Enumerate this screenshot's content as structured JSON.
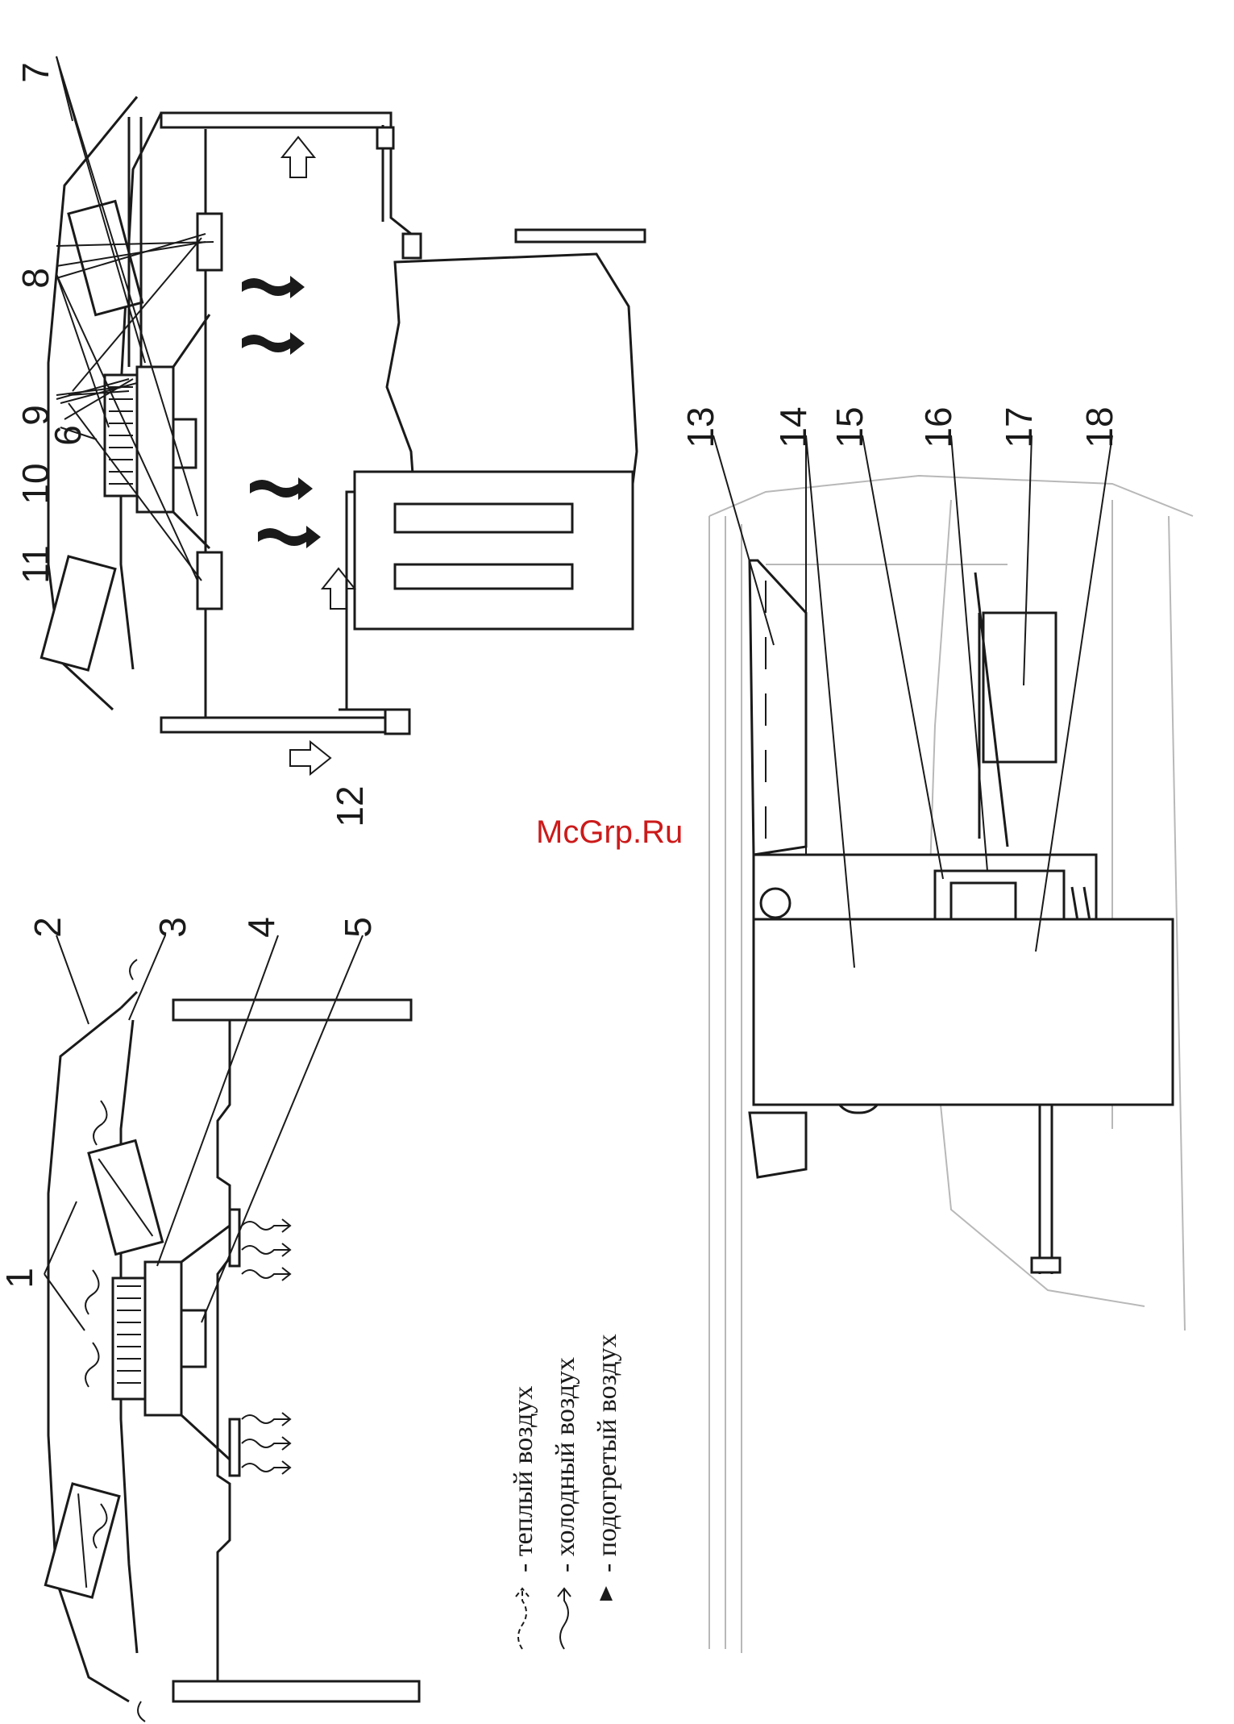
{
  "callouts": {
    "c1": "1",
    "c2": "2",
    "c3": "3",
    "c4": "4",
    "c5": "5",
    "c6": "6",
    "c7": "7",
    "c8": "8",
    "c9": "9",
    "c10": "10",
    "c11": "11",
    "c12": "12",
    "c13": "13",
    "c14": "14",
    "c15": "15",
    "c16": "16",
    "c17": "17",
    "c18": "18"
  },
  "legend": {
    "warm": "- теплый воздух",
    "cold": "- холодный воздух",
    "heated": "- подогретый воздух"
  },
  "watermark": "McGrp.Ru",
  "colors": {
    "line": "#1a1a1a",
    "faint": "#b8b8b8",
    "watermark": "#cc1a1a"
  }
}
